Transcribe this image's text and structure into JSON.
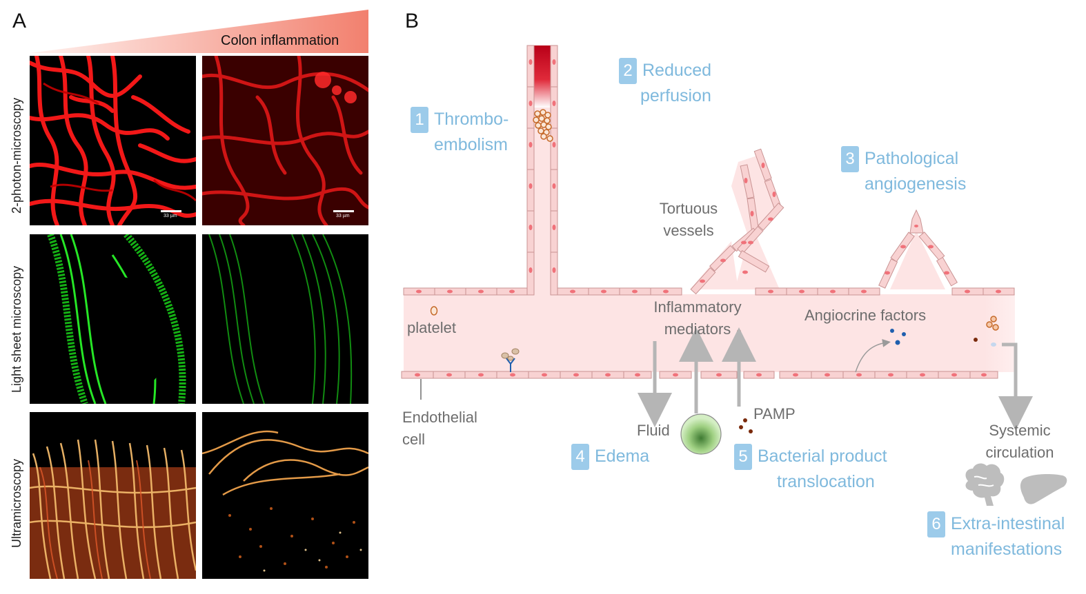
{
  "panel_a": {
    "letter": "A",
    "gradient_label": "Colon inflammation",
    "row_labels": [
      "2-photon-microscopy",
      "Light sheet microscopy",
      "Ultramicroscopy"
    ],
    "scale_bar_text": "33 µm"
  },
  "panel_b": {
    "letter": "B",
    "steps": [
      {
        "num": "1",
        "line1": "Thrombo-",
        "line2": "embolism"
      },
      {
        "num": "2",
        "line1": "Reduced",
        "line2": "perfusion"
      },
      {
        "num": "3",
        "line1": "Pathological",
        "line2": "angiogenesis"
      },
      {
        "num": "4",
        "line1": "Edema"
      },
      {
        "num": "5",
        "line1": "Bacterial product",
        "line2": "translocation"
      },
      {
        "num": "6",
        "line1": "Extra-intestinal",
        "line2": "manifestations"
      }
    ],
    "labels": {
      "tortuous": [
        "Tortuous",
        "vessels"
      ],
      "inflammatory": [
        "Inflammatory",
        "mediators"
      ],
      "angiocrine": "Angiocrine factors",
      "platelet": "platelet",
      "endothelial": [
        "Endothelial",
        "cell"
      ],
      "fluid": "Fluid",
      "pamp": "PAMP",
      "systemic": [
        "Systemic",
        "circulation"
      ]
    },
    "colors": {
      "step_text": "#7fb9dd",
      "step_box": "#9ccbea",
      "vessel_fill": "#fde4e4",
      "cell_fill": "#f8d2d2",
      "nucleus": "#f0727a",
      "arrow_gray": "#b5b5b5"
    },
    "icons": [
      "brain-icon",
      "liver-icon",
      "antibody-icon",
      "immune-cell-icon"
    ]
  }
}
